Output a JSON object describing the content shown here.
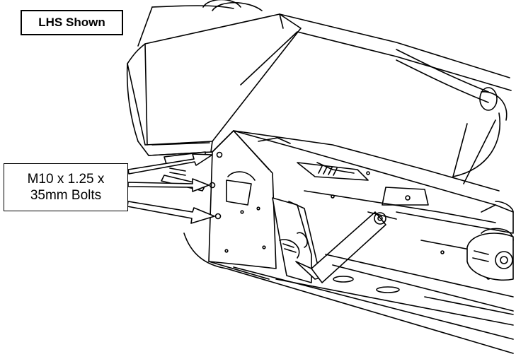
{
  "header": {
    "label": "LHS Shown"
  },
  "callout": {
    "line1": "M10 x 1.25 x",
    "line2": "35mm Bolts"
  },
  "colors": {
    "line": "#000000",
    "fill": "#ffffff",
    "hatch": "#555555"
  }
}
